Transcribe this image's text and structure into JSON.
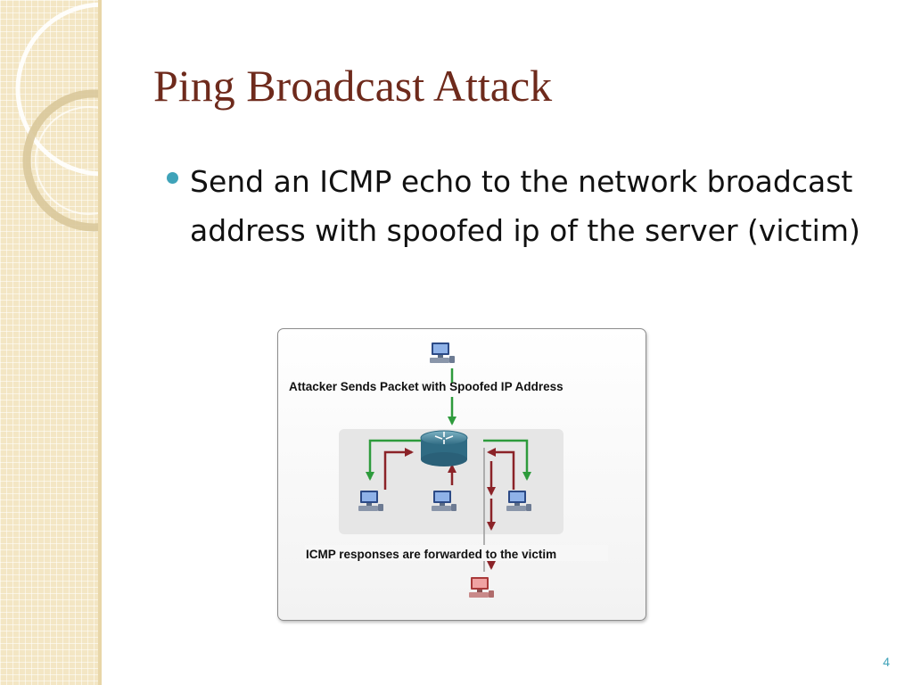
{
  "slide": {
    "title": "Ping Broadcast Attack",
    "bullets": [
      "Send an ICMP echo to the network broadcast address with spoofed ip of the server (victim)"
    ],
    "page_number": "4"
  },
  "diagram": {
    "top_label": "Attacker Sends Packet with Spoofed IP Address",
    "bottom_label": "ICMP responses are forwarded to the victim",
    "icons": {
      "attacker": "computer-icon",
      "router": "router-icon",
      "hosts": "computer-icon",
      "victim": "computer-icon"
    },
    "colors": {
      "attacker_flow": "#2e9b3c",
      "response_flow": "#8b2328",
      "victim_pc": "#c74f4f",
      "host_pc": "#4a6fb3",
      "router": "#3d7d95"
    }
  }
}
